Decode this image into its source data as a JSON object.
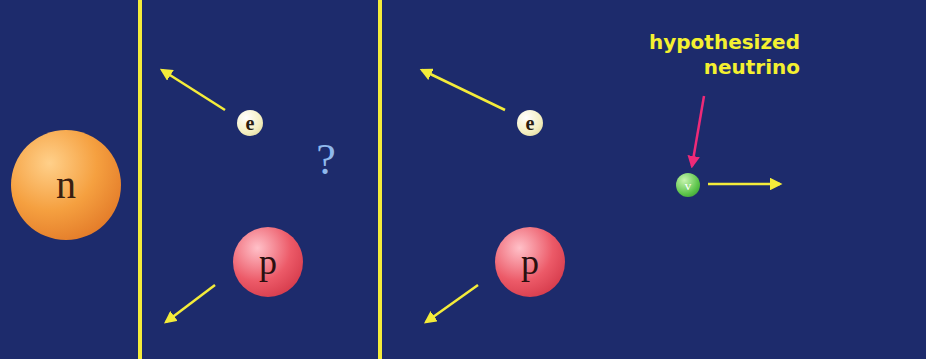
{
  "diagram": {
    "nodes": [
      {
        "text": [
          "n"
        ]
      },
      {
        "text": [
          "e"
        ]
      },
      {
        "text": [
          "p"
        ]
      },
      {
        "text": [
          "e"
        ]
      },
      {
        "text": [
          "p"
        ]
      },
      {
        "text": [
          "v"
        ]
      }
    ],
    "labels": [
      "?",
      "hypothesized neutrino"
    ]
  }
}
